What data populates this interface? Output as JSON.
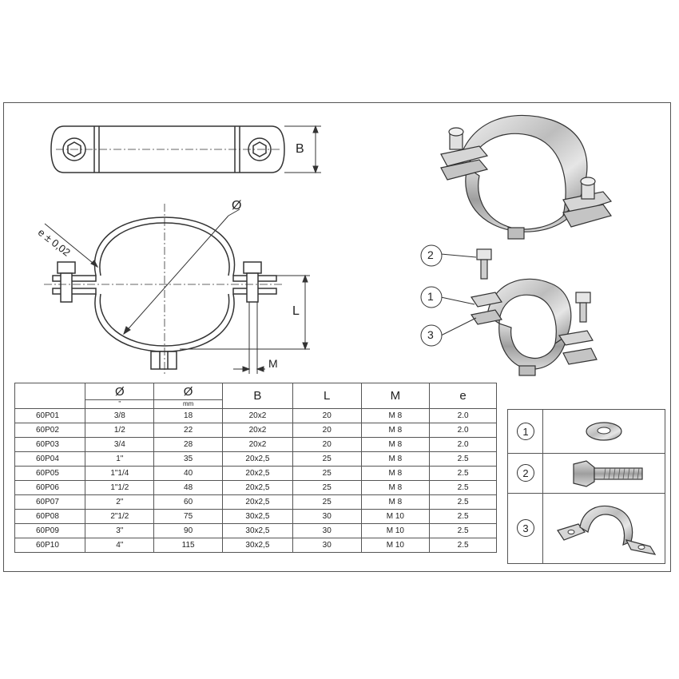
{
  "callouts": {
    "dim_b": "B",
    "dim_diameter": "Ø",
    "dim_e": "e ± 0,02",
    "dim_l": "L",
    "dim_m": "M",
    "c1": "1",
    "c2": "2",
    "c3": "3"
  },
  "table": {
    "headers": [
      "",
      "Ø",
      "Ø",
      "B",
      "L",
      "M",
      "e"
    ],
    "units": [
      "",
      "\"",
      "mm",
      "",
      "",
      "",
      ""
    ],
    "rows": [
      [
        "60P01",
        "3/8",
        "18",
        "20x2",
        "20",
        "M 8",
        "2.0"
      ],
      [
        "60P02",
        "1/2",
        "22",
        "20x2",
        "20",
        "M 8",
        "2.0"
      ],
      [
        "60P03",
        "3/4",
        "28",
        "20x2",
        "20",
        "M 8",
        "2.0"
      ],
      [
        "60P04",
        "1\"",
        "35",
        "20x2,5",
        "25",
        "M 8",
        "2.5"
      ],
      [
        "60P05",
        "1\"1/4",
        "40",
        "20x2,5",
        "25",
        "M 8",
        "2.5"
      ],
      [
        "60P06",
        "1\"1/2",
        "48",
        "20x2,5",
        "25",
        "M 8",
        "2.5"
      ],
      [
        "60P07",
        "2\"",
        "60",
        "20x2,5",
        "25",
        "M 8",
        "2.5"
      ],
      [
        "60P08",
        "2\"1/2",
        "75",
        "30x2,5",
        "30",
        "M 10",
        "2.5"
      ],
      [
        "60P09",
        "3\"",
        "90",
        "30x2,5",
        "30",
        "M 10",
        "2.5"
      ],
      [
        "60P10",
        "4\"",
        "115",
        "30x2,5",
        "30",
        "M 10",
        "2.5"
      ]
    ]
  },
  "parts": [
    {
      "num": "1",
      "icon": "washer-icon"
    },
    {
      "num": "2",
      "icon": "hex-bolt-icon"
    },
    {
      "num": "3",
      "icon": "half-clamp-icon"
    }
  ]
}
